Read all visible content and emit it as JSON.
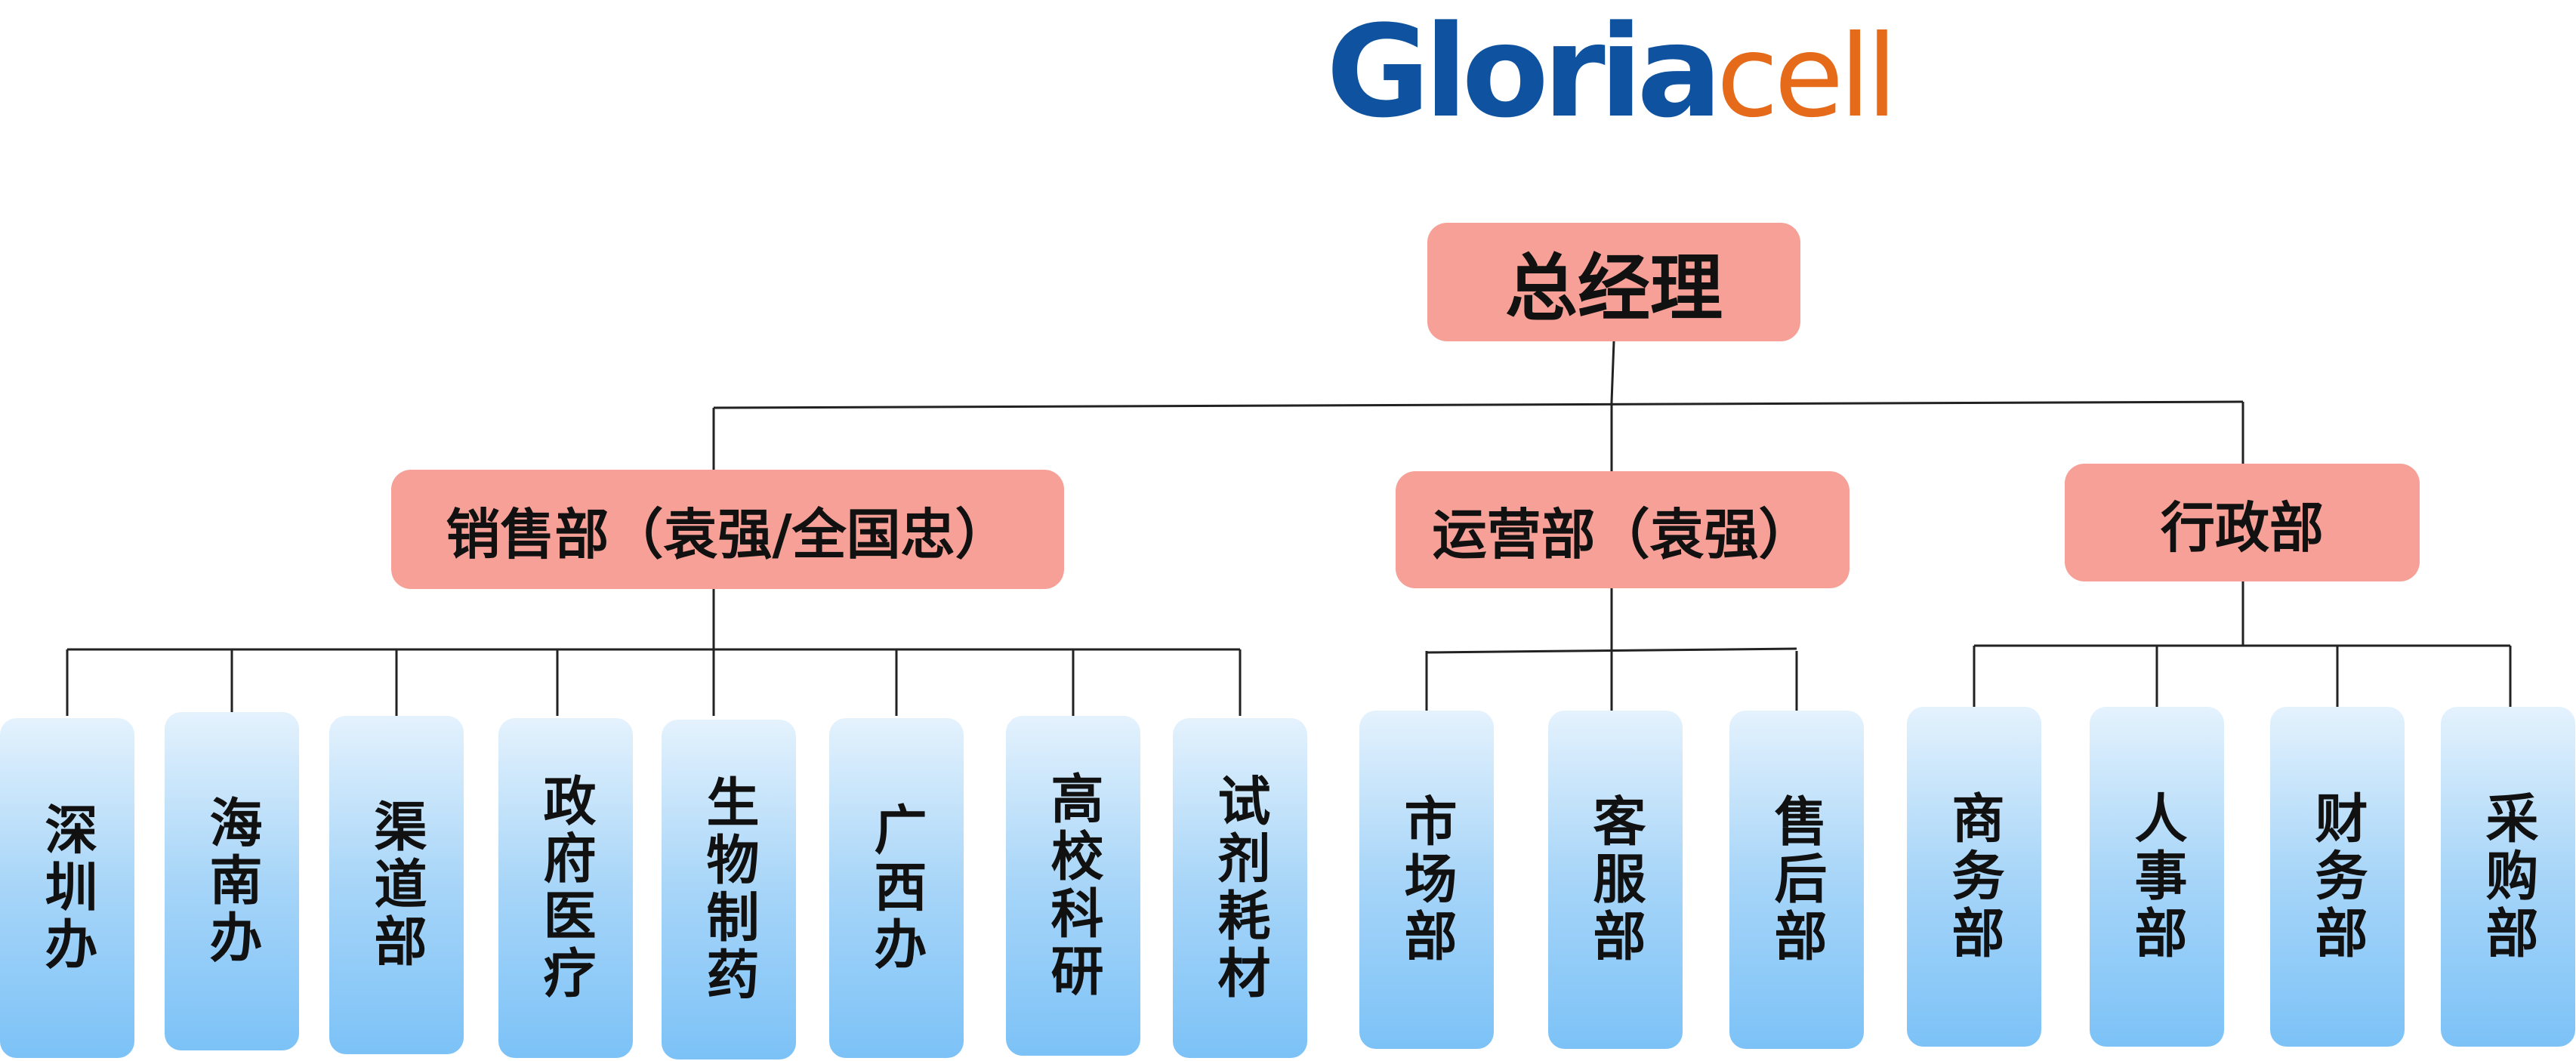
{
  "logo": {
    "main": "Gloria",
    "sub": "cell"
  },
  "colors": {
    "box_red": "#f6a097",
    "box_blue_top": "#e4f2fd",
    "box_blue_bottom": "#7cc2f7",
    "logo_blue": "#0f53a0",
    "logo_orange": "#e56a19",
    "line": "#222222"
  },
  "root": {
    "label": "总经理"
  },
  "departments": [
    {
      "label": "销售部（袁强/全国忠）",
      "children": [
        "深圳办",
        "海南办",
        "渠道部",
        "政府医疗",
        "生物制药",
        "广西办",
        "高校科研",
        "试剂耗材"
      ]
    },
    {
      "label": "运营部（袁强）",
      "children": [
        "市场部",
        "客服部",
        "售后部"
      ]
    },
    {
      "label": "行政部",
      "children": [
        "商务部",
        "人事部",
        "财务部",
        "采购部"
      ]
    }
  ]
}
